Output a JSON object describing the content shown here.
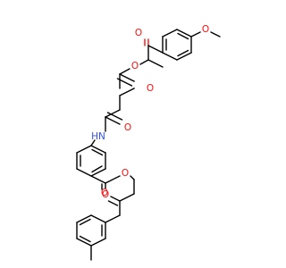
{
  "molecule": {
    "atoms": {
      "o_methoxy": "O",
      "o_ketone_top": "O",
      "o_ester_upper_link": "O",
      "o_ester_upper_carbonyl": "O",
      "o_amide": "O",
      "n_amide": "HN",
      "o_ester_lower_carbonyl": "O",
      "o_ester_lower_link": "O",
      "o_ketone_bottom": "O"
    },
    "colors": {
      "bond": "#000000",
      "oxygen": "#ff0d0d",
      "nitrogen": "#3050f8",
      "background": "#ffffff"
    }
  }
}
